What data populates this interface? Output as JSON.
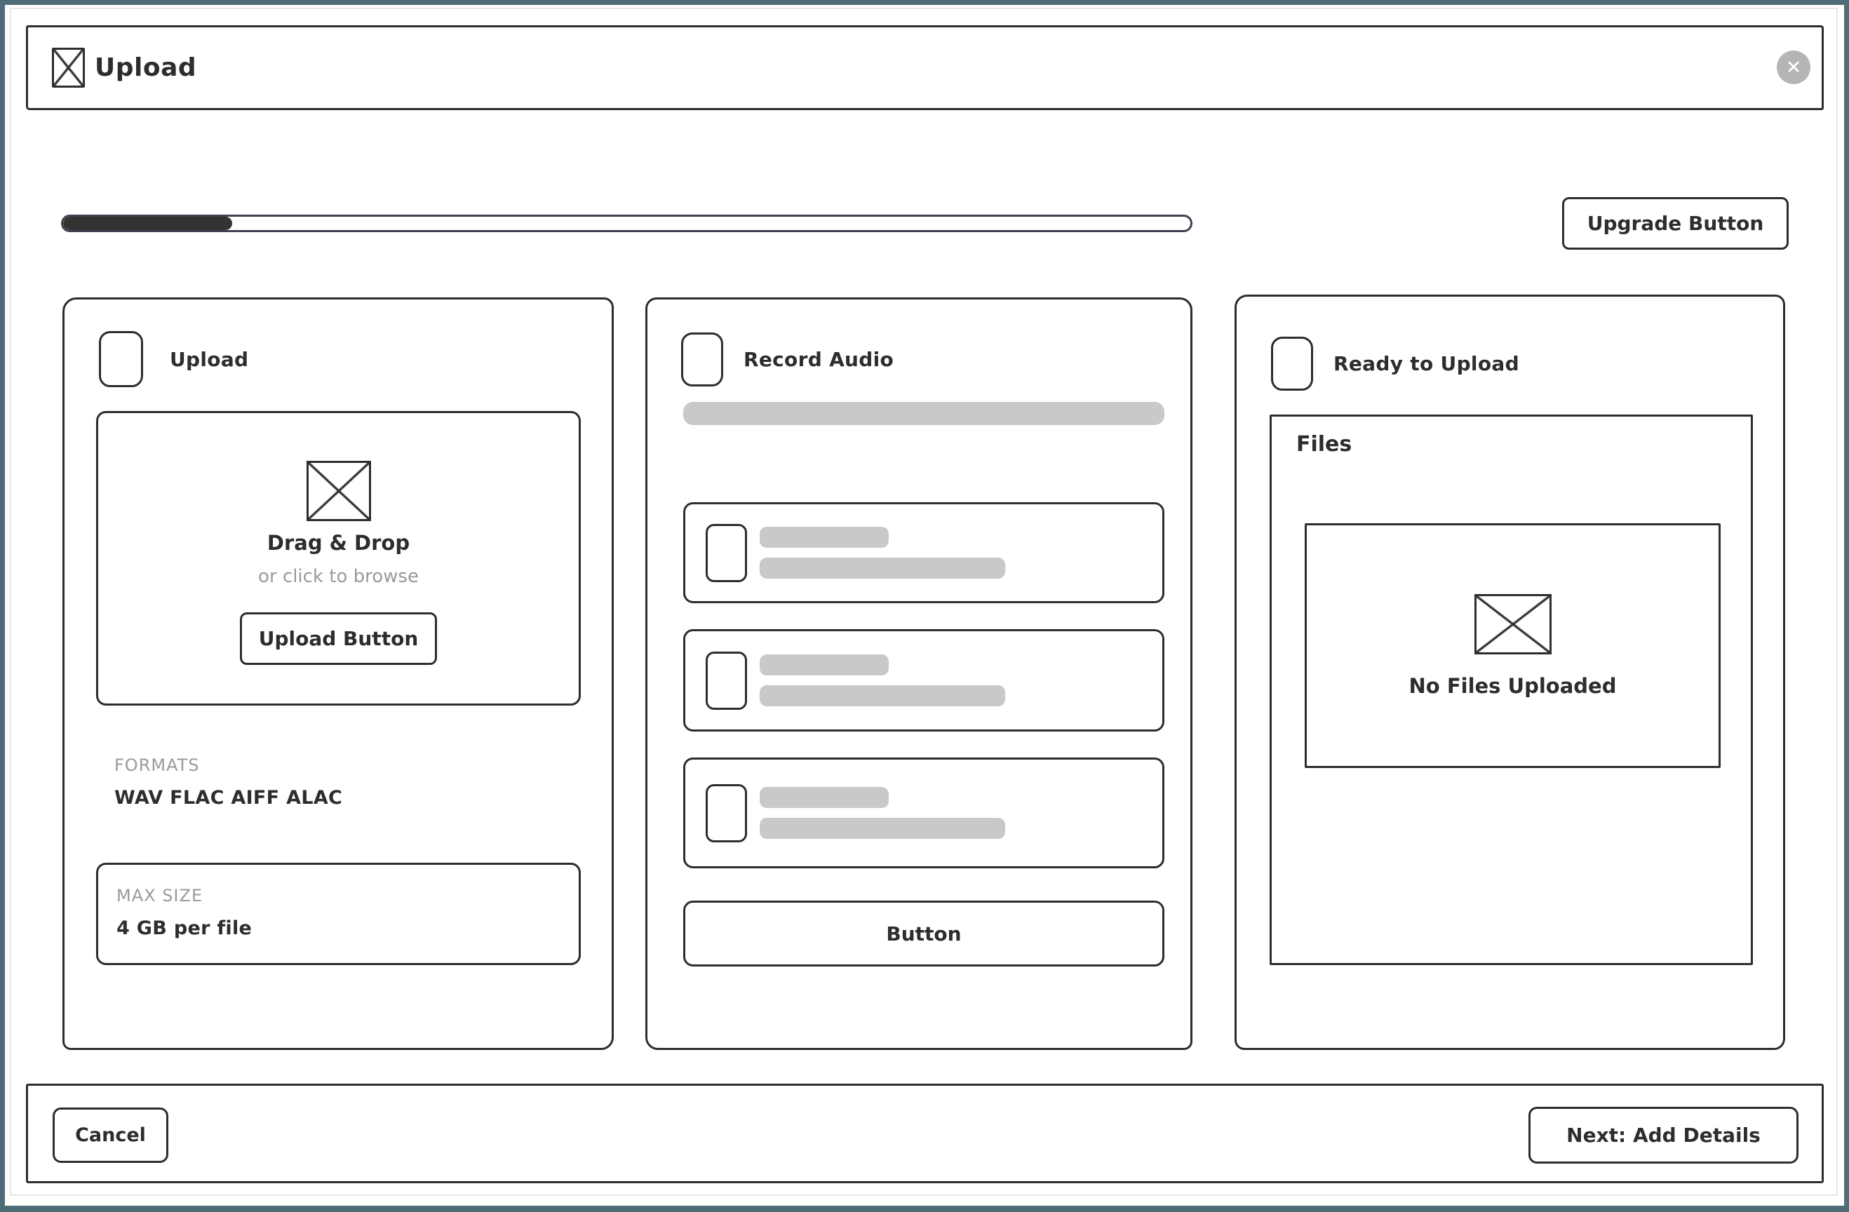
{
  "window": {
    "title": "Upload",
    "close_icon_glyph": "✕"
  },
  "toolbar": {
    "progress_fill_width": "15%",
    "upgrade_label": "Upgrade Button"
  },
  "panels": {
    "upload": {
      "title": "Upload",
      "dropzone_heading": "Drag & Drop",
      "dropzone_subheading": "or click to browse",
      "upload_button_label": "Upload Button",
      "formats_label": "FORMATS",
      "formats_value": "WAV FLAC AIFF ALAC",
      "max_size_label": "MAX SIZE",
      "max_size_value": "4 GB per file"
    },
    "record": {
      "title": "Record Audio",
      "placeholder_items": 3,
      "action_button_label": "Button"
    },
    "ready": {
      "title": "Ready to Upload",
      "files_label": "Files",
      "empty_state_text": "No Files Uploaded"
    }
  },
  "footer": {
    "cancel_label": "Cancel",
    "next_label": "Next: Add Details"
  },
  "colors": {
    "frame": "#4E6D79",
    "ink": "#2D2D2D",
    "placeholder_gray": "#C9C9C9",
    "muted_text": "#9A9A9A",
    "progress_fill": "#333333",
    "close_button_bg": "#B5B5B5"
  }
}
